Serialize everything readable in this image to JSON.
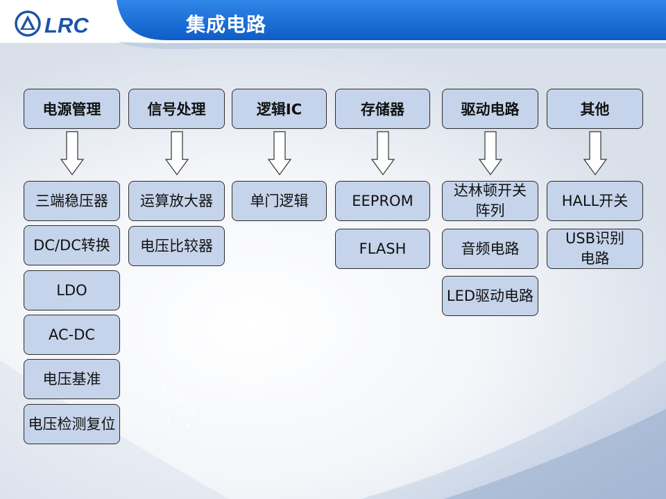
{
  "logo": {
    "text": "LRC"
  },
  "header": {
    "title": "集成电路"
  },
  "columns": [
    {
      "label": "电源管理",
      "items": [
        "三端稳压器",
        "DC/DC转换",
        "LDO",
        "AC-DC",
        "电压基准",
        "电压检测复位"
      ]
    },
    {
      "label": "信号处理",
      "items": [
        "运算放大器",
        "电压比较器"
      ]
    },
    {
      "label": "逻辑IC",
      "items": [
        "单门逻辑"
      ]
    },
    {
      "label": "存储器",
      "items": [
        "EEPROM",
        "FLASH"
      ]
    },
    {
      "label": "驱动电路",
      "items": [
        "达林顿开关\n阵列",
        "音频电路",
        "LED驱动电路"
      ]
    },
    {
      "label": "其他",
      "items": [
        "HALL开关",
        "USB识别\n电路"
      ]
    }
  ],
  "colors": {
    "banner": "#1e6fd8",
    "box_fill": "#c5d4ea",
    "logo": "#1c54a8"
  }
}
